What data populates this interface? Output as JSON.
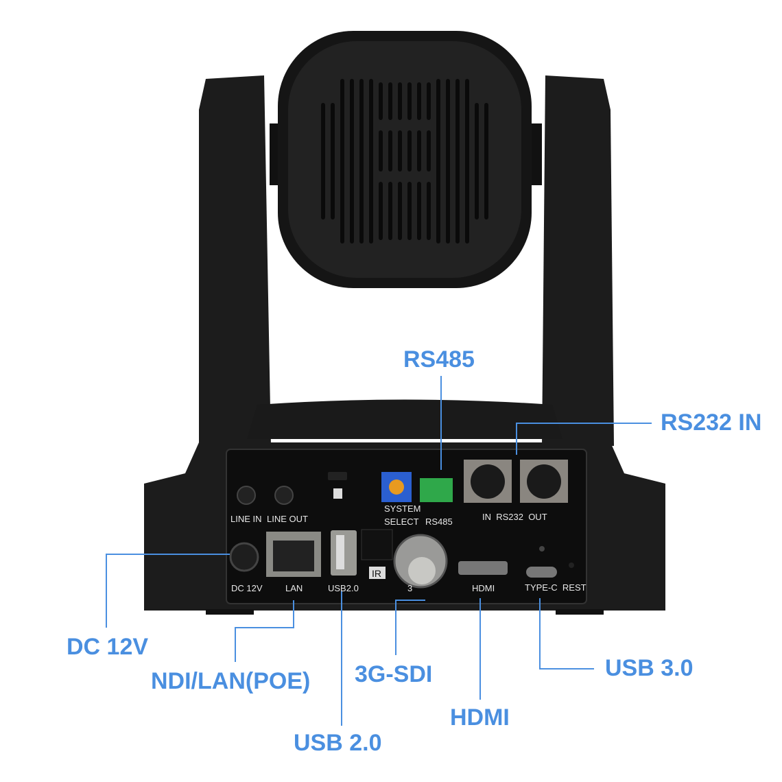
{
  "callouts": {
    "rs485": "RS485",
    "rs232_in": "RS232 IN",
    "dc12v": "DC 12V",
    "ndi_lan": "NDI/LAN(POE)",
    "usb20": "USB 2.0",
    "sdi": "3G-SDI",
    "hdmi": "HDMI",
    "usb30": "USB 3.0"
  },
  "panel_labels": {
    "line_in": "LINE IN",
    "line_out": "LINE OUT",
    "system": "SYSTEM",
    "select": "SELECT",
    "rs485": "RS485",
    "rs232": "IN  RS232  OUT",
    "dc12v": "DC 12V",
    "lan": "LAN",
    "usb20": "USB2.0",
    "ir": "IR",
    "sdi_partial": "3",
    "hdmi": "HDMI",
    "typec_rest": "TYPE-C  REST"
  },
  "colors": {
    "callout": "#4a8fe0",
    "body": "#1a1a1a",
    "panel": "#0d0d0d"
  }
}
